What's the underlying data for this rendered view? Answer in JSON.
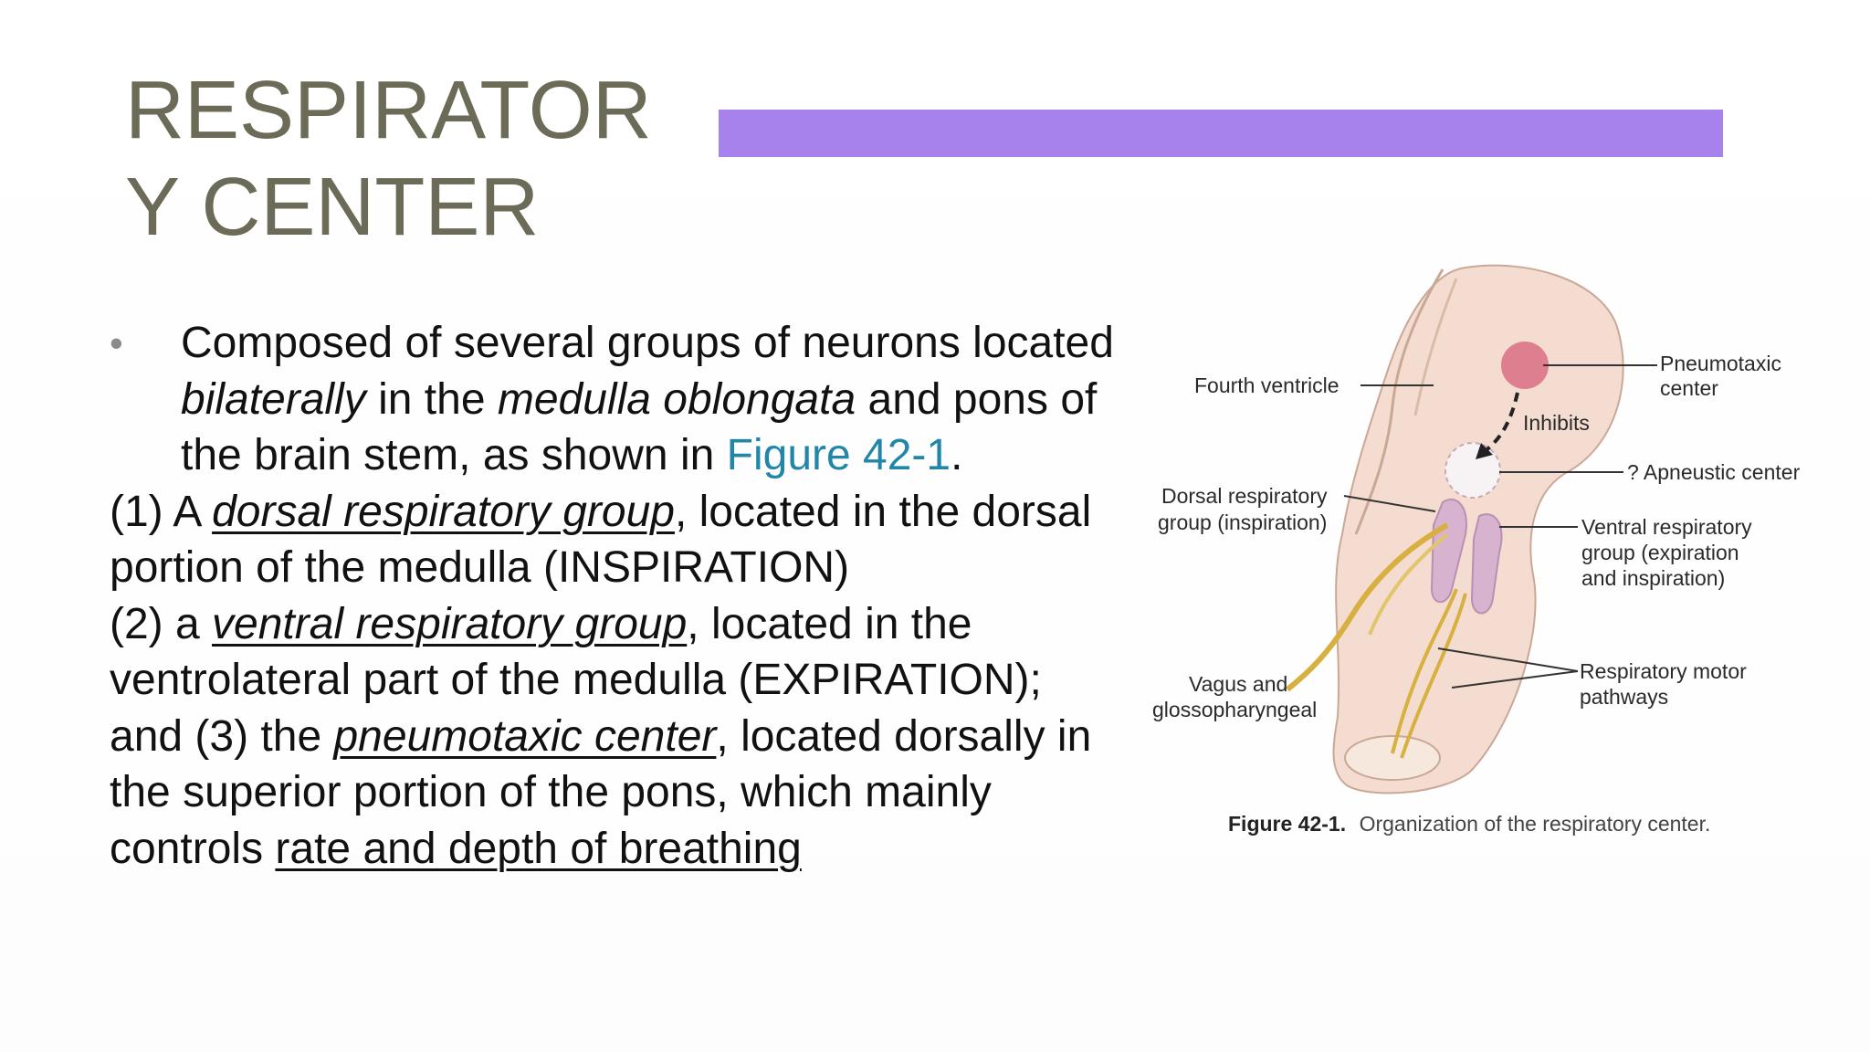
{
  "slide": {
    "title_line1": "RESPIRATOR",
    "title_line2": "Y CENTER",
    "accent_color": "#a782ec",
    "title_color": "#6c6b58"
  },
  "body": {
    "bullet": {
      "t1": "Composed of several groups of neurons located ",
      "i1": "bilaterally",
      "t2": " in the ",
      "i2": "medulla oblongata",
      "t3": " and pons of the brain stem, as shown in ",
      "link": "Figure 42-1",
      "t4": "."
    },
    "p1": {
      "pre": "(1) A ",
      "term": "dorsal respiratory group",
      "post": ", located in the dorsal portion of the medulla (INSPIRATION)"
    },
    "p2": {
      "pre": "(2) a ",
      "term": "ventral respiratory group",
      "post": ", located in the ventrolateral part of the medulla (EXPIRATION);"
    },
    "p3": {
      "pre": "and (3) the ",
      "term": "pneumotaxic center",
      "post": ", located dorsally in the superior portion of the pons, which mainly controls ",
      "end": "rate and depth of breathing"
    },
    "link_color": "#2286a8"
  },
  "figure": {
    "labels": {
      "fourth_ventricle": "Fourth ventricle",
      "pneumotaxic_1": "Pneumotaxic",
      "pneumotaxic_2": "center",
      "inhibits": "Inhibits",
      "apneustic": "? Apneustic center",
      "dorsal_1": "Dorsal respiratory",
      "dorsal_2": "group (inspiration)",
      "ventral_1": "Ventral respiratory",
      "ventral_2": "group (expiration",
      "ventral_3": "and inspiration)",
      "vagus_1": "Vagus and",
      "vagus_2": "glossopharyngeal",
      "motor_1": "Respiratory motor",
      "motor_2": "pathways"
    },
    "caption_label": "Figure 42-1.",
    "caption_text": "Organization of the respiratory center.",
    "colors": {
      "tissue": "#f4ddd0",
      "tissue_edge": "#c9a896",
      "pneumotaxic": "#dd7f8e",
      "nuclei": "#d7b3cf",
      "nerve": "#d8b040"
    }
  }
}
